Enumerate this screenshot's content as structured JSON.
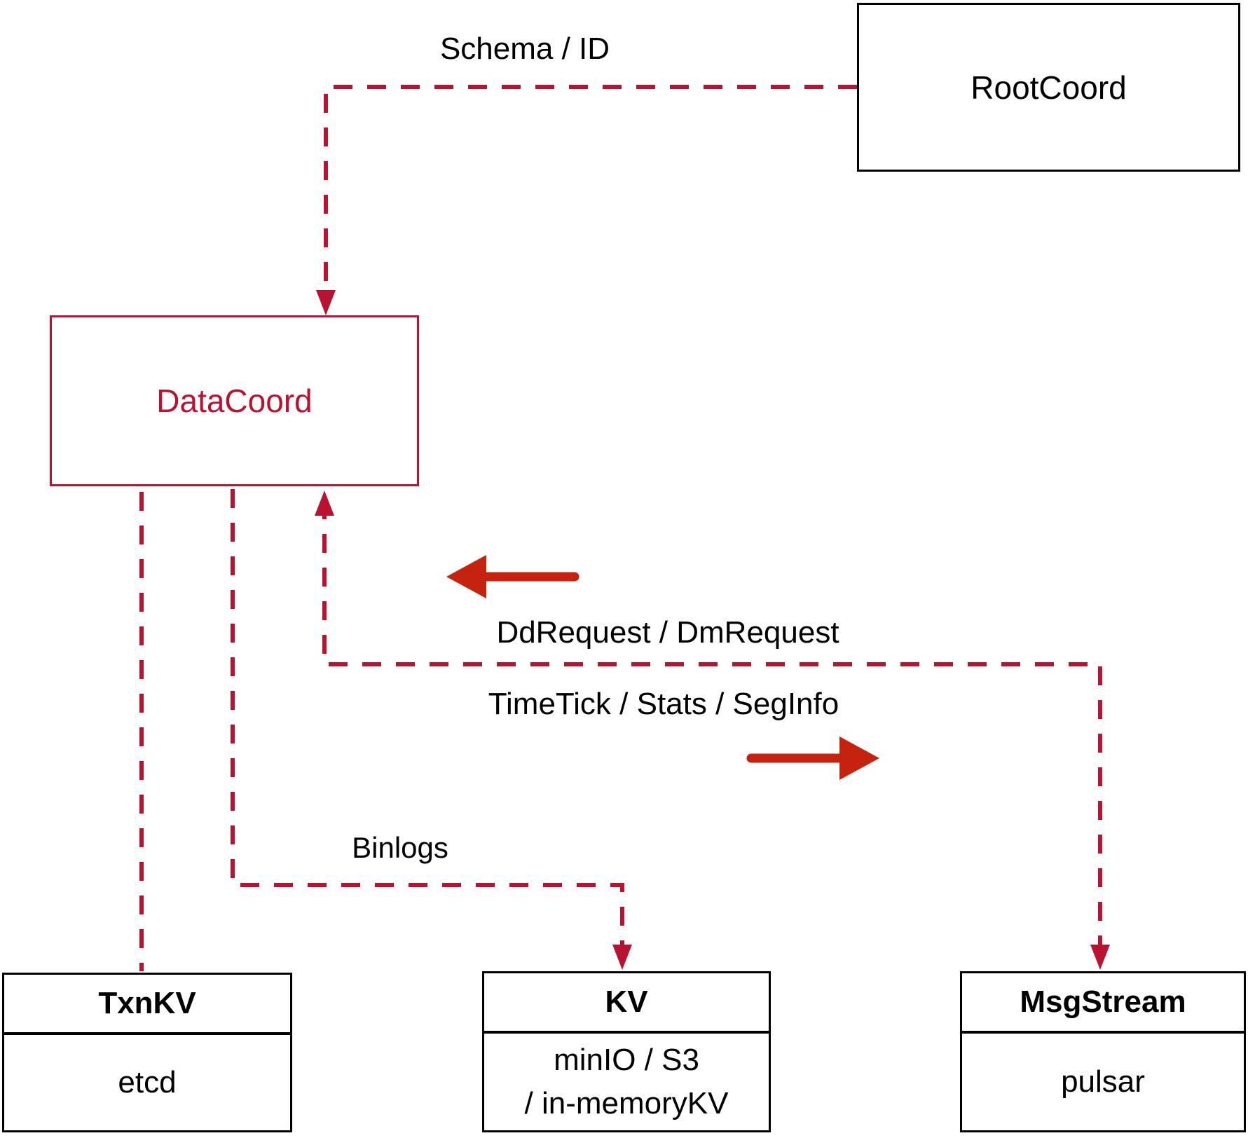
{
  "diagram": {
    "colors": {
      "dashed_line": "#B81330",
      "solid_arrow": "#C52310",
      "ink": "#000000",
      "background": "#ffffff"
    },
    "nodes": {
      "rootcoord": {
        "label": "RootCoord"
      },
      "datacoord": {
        "label": "DataCoord"
      },
      "txnkv": {
        "title": "TxnKV",
        "body": "etcd"
      },
      "kv": {
        "title": "KV",
        "body_line1": "minIO / S3",
        "body_line2": "/ in-memoryKV"
      },
      "msgstream": {
        "title": "MsgStream",
        "body": "pulsar"
      }
    },
    "edge_labels": {
      "schema_id": "Schema / ID",
      "ddrequest": "DdRequest / DmRequest",
      "timetick": "TimeTick / Stats / SegInfo",
      "binlogs": "Binlogs"
    }
  }
}
